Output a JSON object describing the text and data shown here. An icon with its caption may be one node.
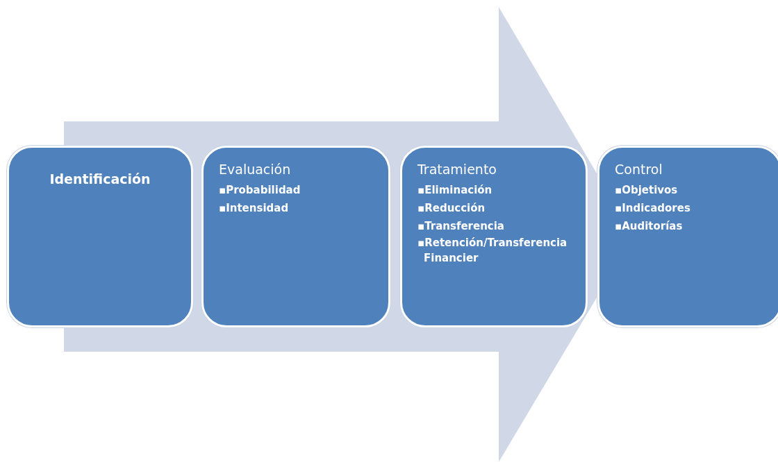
{
  "diagram": {
    "nodes": [
      {
        "text": [
          "Identificación"
        ]
      },
      {
        "text": [
          "Evaluación",
          "▪Probabilidad",
          "▪Intensidad"
        ]
      },
      {
        "text": [
          "Tratamiento",
          "▪Eliminación",
          "▪Reducción",
          "▪Transferencia",
          "▪Retención/Transferencia Financier"
        ]
      },
      {
        "text": [
          "Control",
          "▪Objetivos",
          "▪Indicadores",
          "▪Auditorías"
        ]
      }
    ],
    "edges": [
      {
        "from": 0,
        "to": 3,
        "arrow": "to"
      }
    ]
  }
}
